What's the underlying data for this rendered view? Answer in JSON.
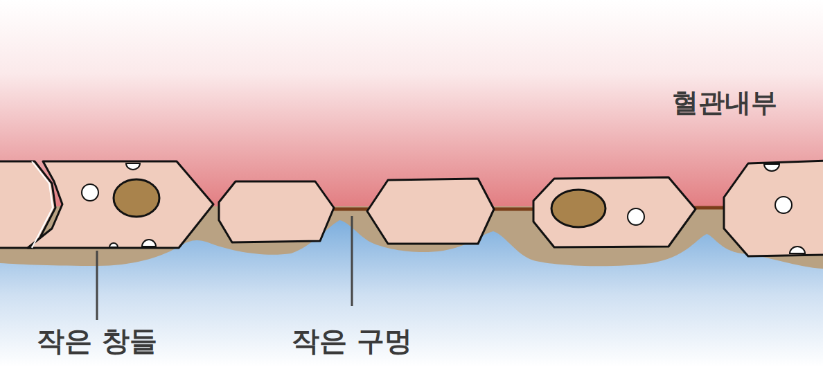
{
  "diagram": {
    "labels": [
      "혈관내부",
      "작은 창들",
      "작은 구멍"
    ]
  }
}
